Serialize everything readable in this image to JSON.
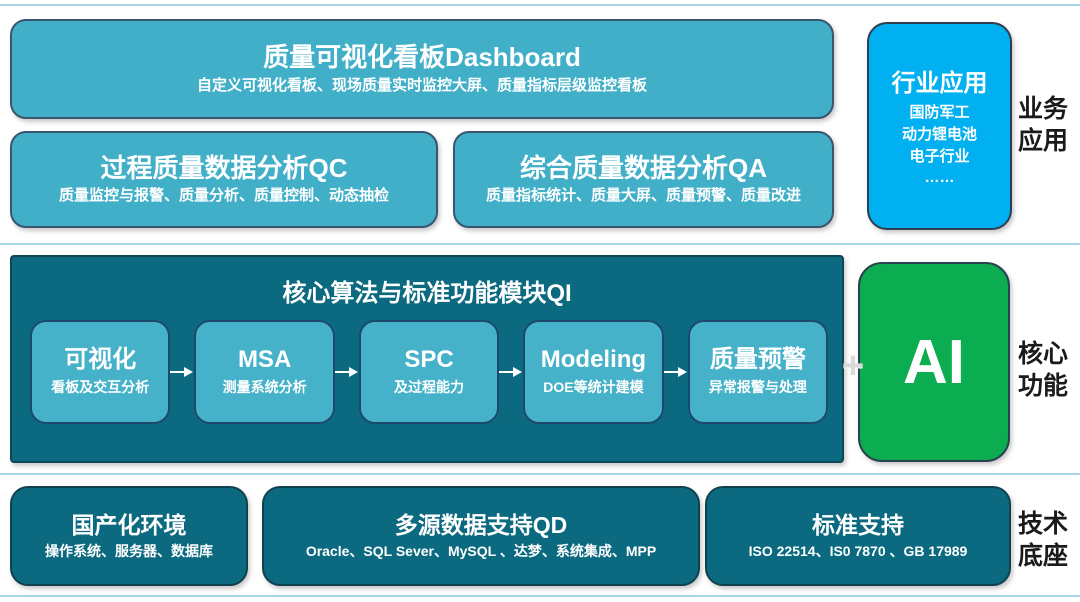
{
  "colors": {
    "teal": "#41AFC8",
    "teal_light": "#46B2CA",
    "dark_teal": "#0C6A80",
    "bright_blue": "#00B0F0",
    "green": "#0CAD51",
    "divider_line": "#A9D4E8",
    "text_on_box": "#ffffff",
    "side_label_text": "#1a1a1a"
  },
  "sections": {
    "business": {
      "side_label": "业务\n应用",
      "dashboard": {
        "title": "质量可视化看板Dashboard",
        "subtitle": "自定义可视化看板、现场质量实时监控大屏、质量指标层级监控看板"
      },
      "qc": {
        "title": "过程质量数据分析QC",
        "subtitle": "质量监控与报警、质量分析、质量控制、动态抽检"
      },
      "qa": {
        "title": "综合质量数据分析QA",
        "subtitle": "质量指标统计、质量大屏、质量预警、质量改进"
      },
      "industry": {
        "title": "行业应用",
        "items": [
          "国防军工",
          "动力锂电池",
          "电子行业",
          "……"
        ]
      }
    },
    "core": {
      "side_label": "核心\n功能",
      "container_title": "核心算法与标准功能模块QI",
      "modules": [
        {
          "title": "可视化",
          "subtitle": "看板及交互分析"
        },
        {
          "title": "MSA",
          "subtitle": "测量系统分析"
        },
        {
          "title": "SPC",
          "subtitle": "及过程能力"
        },
        {
          "title": "Modeling",
          "subtitle": "DOE等统计建模"
        },
        {
          "title": "质量预警",
          "subtitle": "异常报警与处理"
        }
      ],
      "plus": "+",
      "ai_label": "AI"
    },
    "tech": {
      "side_label": "技术\n底座",
      "boxes": [
        {
          "title": "国产化环境",
          "subtitle": "操作系统、服务器、数据库"
        },
        {
          "title": "多源数据支持QD",
          "subtitle": "Oracle、SQL Sever、MySQL 、达梦、系统集成、MPP"
        },
        {
          "title": "标准支持",
          "subtitle": "ISO 22514、IS0 7870 、GB 17989"
        }
      ]
    }
  }
}
